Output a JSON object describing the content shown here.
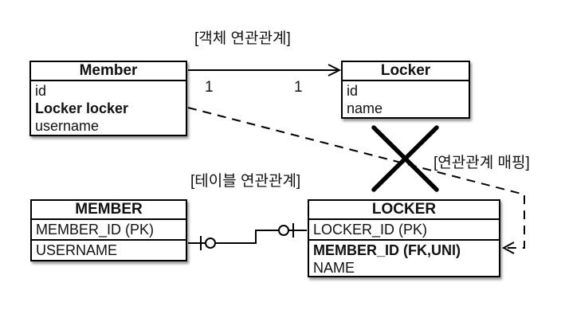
{
  "diagram": {
    "labels": {
      "object_section": "[객체 연관관계]",
      "mapping": "[연관관계 매핑]",
      "table_section": "[테이블 연관관계]"
    },
    "multiplicity": {
      "member_side": "1",
      "locker_side": "1"
    },
    "member_class": {
      "title": "Member",
      "fields": [
        "id",
        "Locker locker",
        "username"
      ]
    },
    "locker_class": {
      "title": "Locker",
      "fields": [
        "id",
        "name"
      ]
    },
    "member_table": {
      "title": "MEMBER",
      "columns": [
        "MEMBER_ID (PK)",
        "USERNAME"
      ]
    },
    "locker_table": {
      "title": "LOCKER",
      "pk_column": "LOCKER_ID (PK)",
      "fk_column": "MEMBER_ID (FK,UNI)",
      "other_column": "NAME"
    },
    "colors": {
      "line": "#000000",
      "background": "#ffffff",
      "text": "#111111"
    }
  }
}
